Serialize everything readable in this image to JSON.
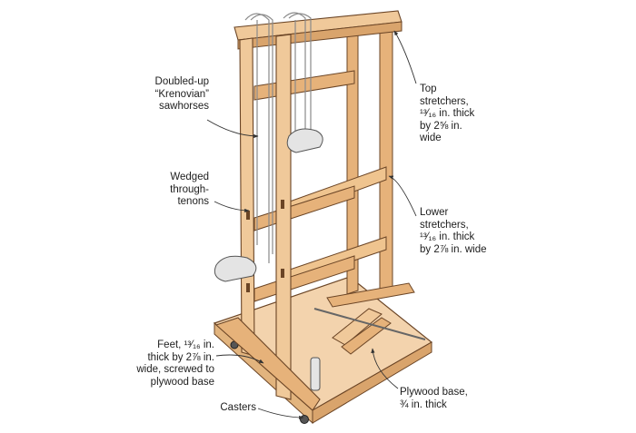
{
  "callouts": {
    "sawhorses": {
      "lines": [
        "Doubled-up",
        "“Krenovian”",
        "sawhorses"
      ]
    },
    "tenons": {
      "lines": [
        "Wedged",
        "through-",
        "tenons"
      ]
    },
    "feet": {
      "lines": [
        "Feet, ¹³⁄₁₆ in.",
        "thick by 2⅞ in.",
        "wide, screwed to",
        "plywood base"
      ]
    },
    "casters": {
      "lines": [
        "Casters"
      ]
    },
    "top_stretchers": {
      "lines": [
        "Top",
        "stretchers,",
        "¹³⁄₁₆ in. thick",
        "by 2⅝ in.",
        "wide"
      ]
    },
    "lower_stretchers": {
      "lines": [
        "Lower",
        "stretchers,",
        "¹³⁄₁₆ in. thick",
        "by 2⅞ in. wide"
      ]
    },
    "base": {
      "lines": [
        "Plywood base,",
        "¾ in. thick"
      ]
    }
  },
  "colors": {
    "wood_light": "#f0c99a",
    "wood_mid": "#e6b27a",
    "wood_dark": "#c98d52",
    "plywood": "#f3d3ad",
    "outline": "#6b4526",
    "clamp_metal": "#d9d9d9",
    "leader": "#333333"
  }
}
